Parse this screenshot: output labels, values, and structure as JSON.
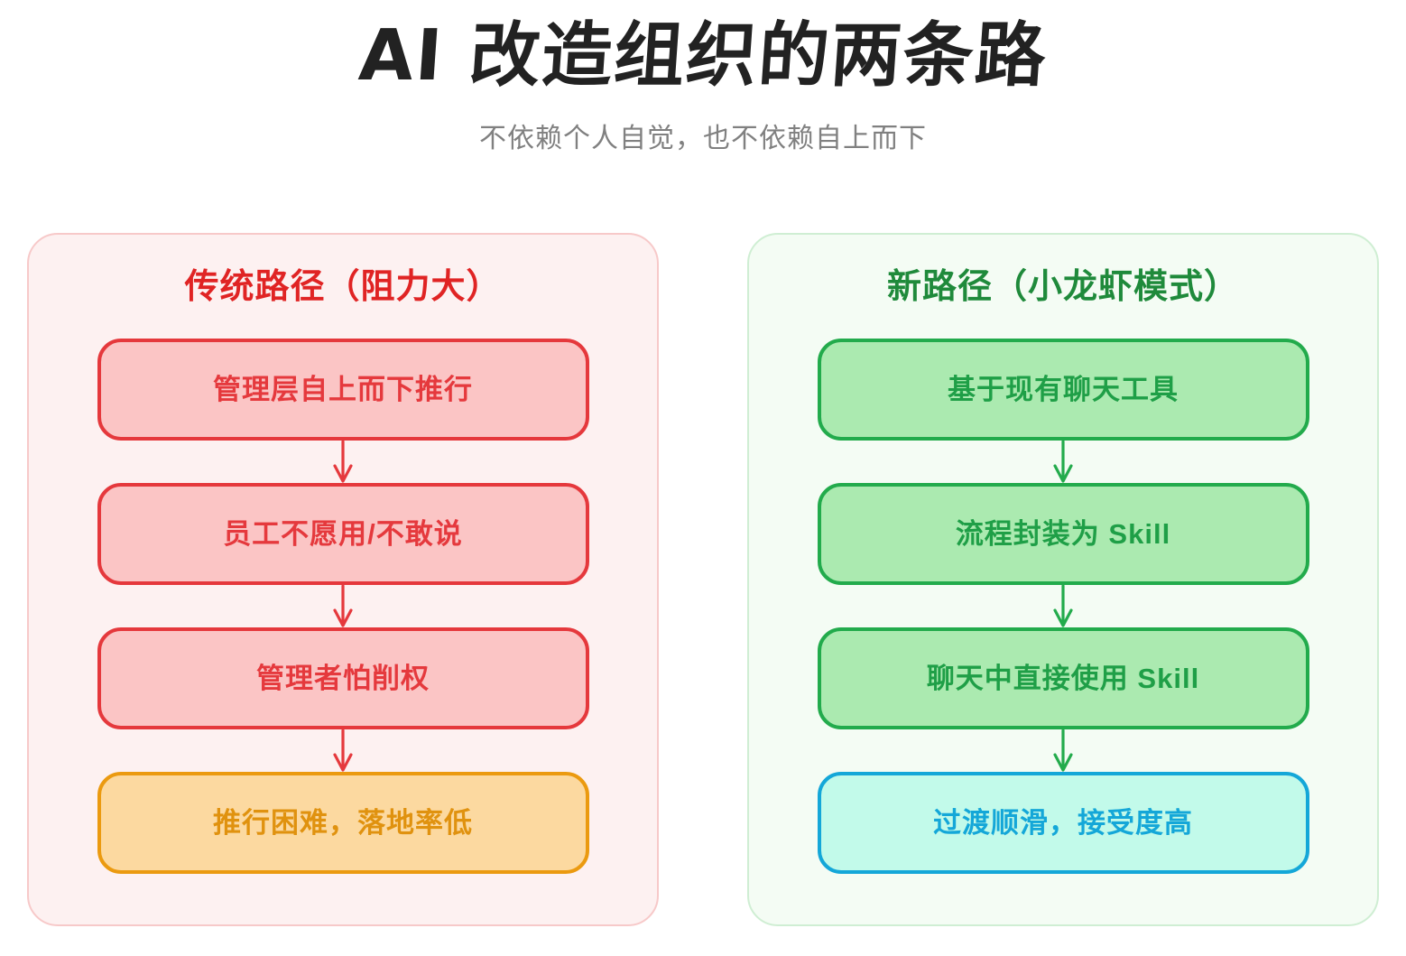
{
  "header": {
    "title": "AI 改造组织的两条路",
    "subtitle": "不依赖个人自觉，也不依赖自上而下"
  },
  "colors": {
    "red_stroke": "#e5393d",
    "red_fill": "#fbc5c5",
    "red_panel_fill": "#fdf1f1",
    "red_panel_border": "#f7c9c9",
    "orange_stroke": "#eb9a10",
    "orange_fill": "#fcd9a0",
    "green_stroke": "#23ab4c",
    "green_fill": "#abeab0",
    "green_panel_fill": "#f4fcf4",
    "green_panel_border": "#cfeed3",
    "cyan_stroke": "#14a7d8",
    "cyan_fill": "#c2faea",
    "title_color": "#222222",
    "subtitle_color": "#808080"
  },
  "panels": [
    {
      "id": "traditional-path",
      "title": "传统路径（阻力大）",
      "title_color": "#e02424",
      "nodes": [
        {
          "label": "管理层自上而下推行",
          "style": "red"
        },
        {
          "label": "员工不愿用/不敢说",
          "style": "red"
        },
        {
          "label": "管理者怕削权",
          "style": "red"
        },
        {
          "label": "推行困难，落地率低",
          "style": "orange"
        }
      ],
      "arrow_color": "#e5393d",
      "arrow_count": 3
    },
    {
      "id": "new-path",
      "title": "新路径（小龙虾模式）",
      "title_color": "#1f8a3b",
      "nodes": [
        {
          "label": "基于现有聊天工具",
          "style": "green"
        },
        {
          "label": "流程封装为 Skill",
          "style": "green"
        },
        {
          "label": "聊天中直接使用 Skill",
          "style": "green"
        },
        {
          "label": "过渡顺滑，接受度高",
          "style": "cyan"
        }
      ],
      "arrow_color": "#23ab4c",
      "arrow_count": 3
    }
  ]
}
